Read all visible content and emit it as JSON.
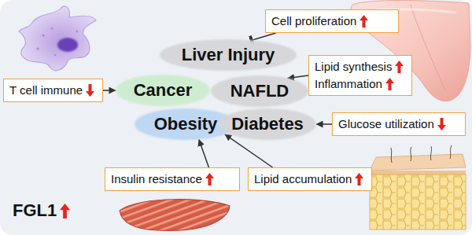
{
  "diagram": {
    "nodes": [
      {
        "text": [
          "Cell proliferation"
        ]
      },
      {
        "text": [
          "Liver Injury"
        ]
      },
      {
        "text": [
          "Lipid synthesis",
          "Inflammation"
        ]
      },
      {
        "text": [
          "T cell immune"
        ]
      },
      {
        "text": [
          "Cancer"
        ]
      },
      {
        "text": [
          "NAFLD"
        ]
      },
      {
        "text": [
          "Obesity"
        ]
      },
      {
        "text": [
          "Diabetes"
        ]
      },
      {
        "text": [
          "Glucose utilization"
        ]
      },
      {
        "text": [
          "Insulin resistance"
        ]
      },
      {
        "text": [
          "Lipid accumulation"
        ]
      }
    ],
    "edges": [
      {
        "from": 0,
        "to": 1,
        "arrow": "to"
      },
      {
        "from": 2,
        "to": 5,
        "arrow": "to"
      },
      {
        "from": 3,
        "to": 4,
        "arrow": "to"
      },
      {
        "from": 8,
        "to": 7,
        "arrow": "to"
      },
      {
        "from": 9,
        "to": 6,
        "arrow": "to"
      },
      {
        "from": 10,
        "to": 6,
        "arrow": "to"
      }
    ],
    "labels": [
      "FGL1"
    ]
  }
}
